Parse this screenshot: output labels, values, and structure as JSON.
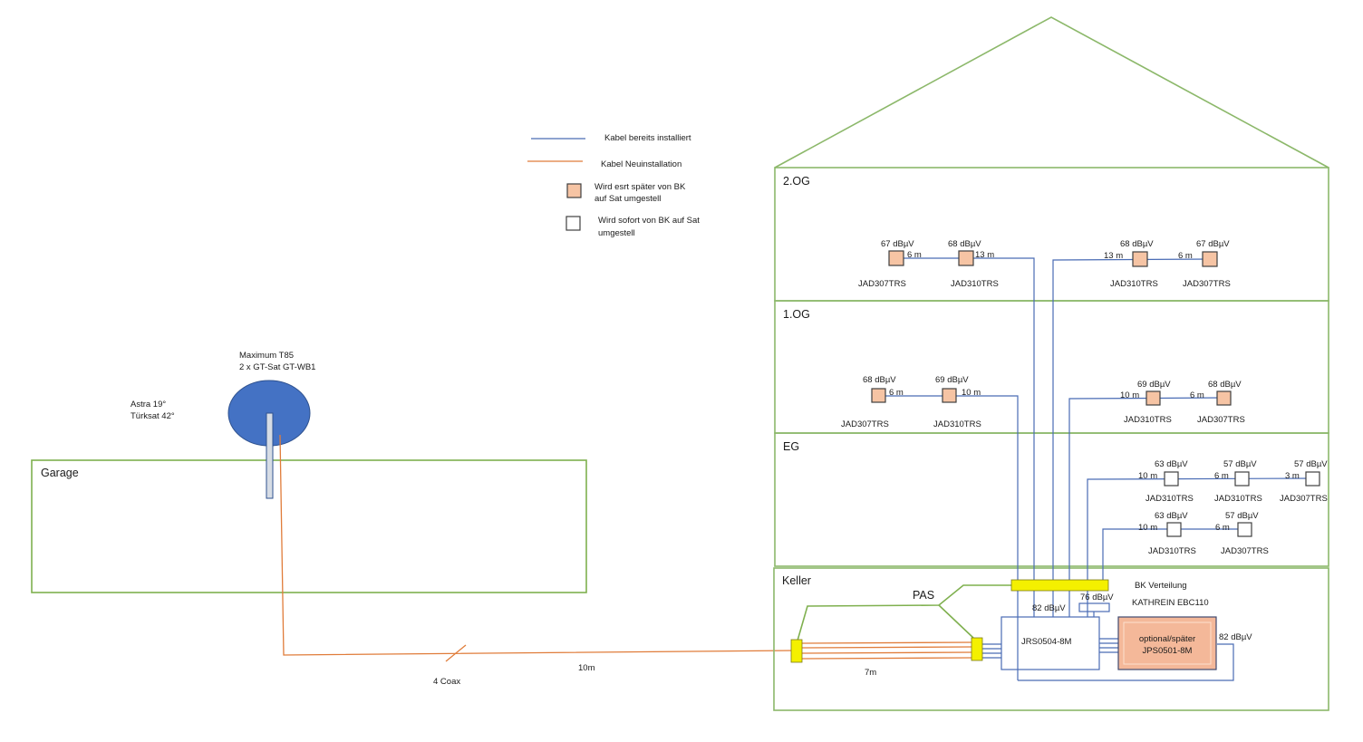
{
  "legend": {
    "installed_label": "Kabel bereits installiert",
    "new_label": "Kabel Neuinstallation",
    "later_label_1": "Wird esrt später von BK",
    "later_label_2": "auf Sat umgestell",
    "now_label_1": "Wird sofort von BK auf Sat",
    "now_label_2": "umgestell",
    "colors": {
      "installed": "#4a6cb5",
      "new": "#e07c3a",
      "later": "#f6c4a4",
      "now": "#ffffff"
    }
  },
  "antenna": {
    "model_1": "Maximum T85",
    "model_2": "2 x GT-Sat GT-WB1",
    "sat_1": "Astra 19°",
    "sat_2": "Türksat 42°"
  },
  "garage": {
    "label": "Garage"
  },
  "cable": {
    "coax_label": "4 Coax",
    "length_outside": "10m",
    "length_keller": "7m"
  },
  "floors": {
    "og2": {
      "label": "2.OG",
      "outlets": [
        {
          "level": "67 dBµV",
          "dist": "6 m",
          "model": "JAD307TRS",
          "type": "later"
        },
        {
          "level": "68 dBµV",
          "dist": "13 m",
          "model": "JAD310TRS",
          "type": "later"
        },
        {
          "level": "68 dBµV",
          "dist": "13 m",
          "model": "JAD310TRS",
          "type": "later"
        },
        {
          "level": "67 dBµV",
          "dist": "6 m",
          "model": "JAD307TRS",
          "type": "later"
        }
      ]
    },
    "og1": {
      "label": "1.OG",
      "outlets": [
        {
          "level": "68 dBµV",
          "dist": "6 m",
          "model": "JAD307TRS",
          "type": "later"
        },
        {
          "level": "69 dBµV",
          "dist": "10 m",
          "model": "JAD310TRS",
          "type": "later"
        },
        {
          "level": "69 dBµV",
          "dist": "10 m",
          "model": "JAD310TRS",
          "type": "later"
        },
        {
          "level": "68 dBµV",
          "dist": "6 m",
          "model": "JAD307TRS",
          "type": "later"
        }
      ]
    },
    "eg": {
      "label": "EG",
      "outlets": [
        {
          "level": "63 dBµV",
          "dist": "10 m",
          "model": "JAD310TRS",
          "type": "now"
        },
        {
          "level": "57 dBµV",
          "dist": "6 m",
          "model": "JAD310TRS",
          "type": "now"
        },
        {
          "level": "57 dBµV",
          "dist": "3 m",
          "model": "JAD307TRS",
          "type": "now"
        },
        {
          "level": "63 dBµV",
          "dist": "10 m",
          "model": "JAD310TRS",
          "type": "now"
        },
        {
          "level": "57 dBµV",
          "dist": "6 m",
          "model": "JAD307TRS",
          "type": "now"
        }
      ]
    },
    "keller": {
      "label": "Keller",
      "pas_label": "PAS",
      "bk_label": "BK Verteilung",
      "bk_model": "KATHREIN EBC110",
      "bk_level": "76 dBµV",
      "switch_level": "82 dBµV",
      "switch_model": "JRS0504-8M",
      "optional_label": "optional/später",
      "optional_model": "JPS0501-8M",
      "optional_level": "82 dBµV"
    }
  }
}
